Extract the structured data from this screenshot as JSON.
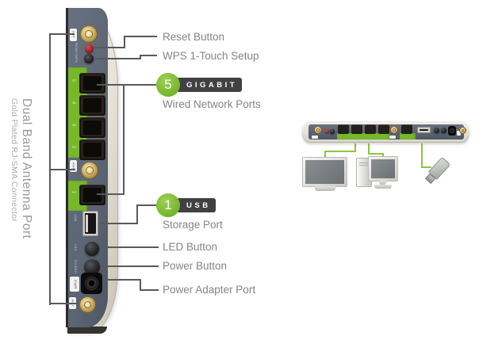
{
  "side_label": {
    "title": "Dual Band Antenna Port",
    "subtitle": "Gold Plated RJ-SMA Connector"
  },
  "callouts": {
    "reset": "Reset Button",
    "wps": "WPS 1-Touch Setup",
    "gigabit": {
      "count": "5",
      "badge": "GIGABIT",
      "label": "Wired Network Ports"
    },
    "usb": {
      "count": "1",
      "badge": "USB",
      "label": "Storage Port"
    },
    "led": "LED Button",
    "power": "Power Button",
    "power_adapter": "Power Adapter Port"
  },
  "panel": {
    "lan_ports": [
      "5",
      "4",
      "3",
      "2"
    ],
    "wan_port": "1",
    "chips": {
      "ant": "ANT",
      "reset": "RESET",
      "wps": "WPS",
      "usb": "USB",
      "led": "LED",
      "power": "POWER",
      "pwr": "PWR"
    }
  },
  "colors": {
    "accent_green": "#76b82a",
    "cable_green": "#8cc63e",
    "badge_dark": "#414042",
    "panel_slate": "#5e6877",
    "casing_cream": "#eae6dc",
    "gold": "#cda952",
    "reset_red": "#a32025",
    "label_gray": "#838588",
    "line_gray": "#58595b"
  }
}
